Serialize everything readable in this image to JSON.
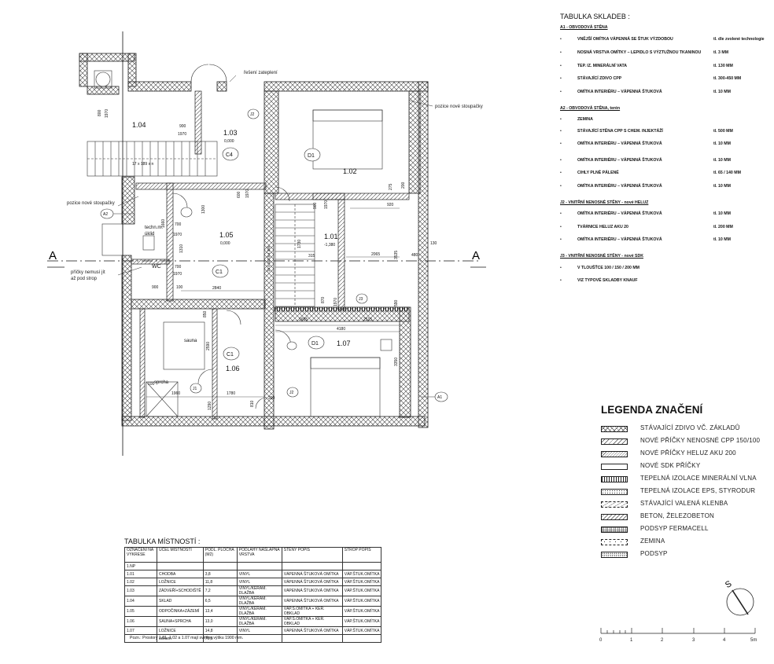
{
  "plan": {
    "sections": [
      "A",
      "A"
    ],
    "notes": {
      "firestop": "řešení zateplení",
      "riser_right": "pozice nové stoupačky",
      "riser_left": "pozice nové stoupačky",
      "partitions": "příčky nemusí jít",
      "partitions2": "až pod strop"
    },
    "rooms": [
      {
        "id": "1.04",
        "num": "1.04"
      },
      {
        "id": "1.03",
        "num": "1.03",
        "level": "0,000",
        "code": "C4"
      },
      {
        "id": "1.02",
        "num": "1.02",
        "code": "D1"
      },
      {
        "id": "1.05",
        "num": "1.05",
        "level": "0,000",
        "code": "C1"
      },
      {
        "id": "1.01",
        "num": "1.01",
        "level": "-1,380"
      },
      {
        "id": "1.06",
        "num": "1.06",
        "code": "C1"
      },
      {
        "id": "1.07",
        "num": "1.07",
        "code": "D1"
      }
    ],
    "small_rooms": {
      "tech": "techn.m.",
      "uklid": "úklid",
      "wc": "WC",
      "sauna": "sauna",
      "sprcha": "sprcha"
    },
    "stairs": "17 x 189 x n",
    "stairs2": "15 x 187,8 x 250",
    "wall_tags": {
      "j1a": "J1",
      "j2a": "J2",
      "j2b": "J2",
      "j3": "J3",
      "a1": "A1",
      "a2": "A2"
    },
    "dims": {
      "d900": "900",
      "d1970": "1970",
      "d800": "800",
      "d600": "600",
      "d850": "850",
      "d1300": "1300",
      "d700": "700",
      "d1310": "1310",
      "d1660": "1660",
      "d2840": "2840",
      "d100": "100",
      "d1665": "1665",
      "d4180": "4180",
      "d2515": "2515",
      "d2065": "2065",
      "d920": "920",
      "d3535": "3535",
      "d130": "130",
      "d480": "480",
      "d275": "275",
      "d200": "200",
      "d1780": "1780",
      "d1960": "1960",
      "d2590": "2590",
      "d3350": "3350",
      "d1290": "1290",
      "d810": "810",
      "d315": "315",
      "d1730": "1730",
      "d590": "590",
      "d870": "870"
    }
  },
  "skladby": {
    "title": "TABULKA SKLADEB :",
    "groups": [
      {
        "title": "A1 - OBVODOVÁ STĚNA",
        "items": [
          {
            "name": "VNĚJŠÍ OMÍTKA VÁPENNÁ SE ŠTUK VÝZDOBOU",
            "thk": "tl. dle zvolené technologie"
          },
          {
            "name": "NOSNÁ VRSTVA OMÍTKY – LEPIDLO S VÝZTUŽNOU TKANINOU",
            "thk": "tl. 3 MM"
          },
          {
            "name": "TEP. IZ. MINERÁLNÍ VATA",
            "thk": "tl. 130 MM"
          },
          {
            "name": "STÁVAJÍCÍ ZDIVO CPP",
            "thk": "tl. 300-450 MM"
          },
          {
            "name": "OMÍTKA INTERIÉRU – VÁPENNÁ ŠTUKOVÁ",
            "thk": "tl. 10 MM"
          }
        ]
      },
      {
        "title": "A2 - OBVODOVÁ STĚNA, terén",
        "items": [
          {
            "name": "ZEMINA",
            "thk": ""
          },
          {
            "name": "STÁVAJÍCÍ STĚNA CPP S CHEM. INJEKTÁŽÍ",
            "thk": "tl. 500 MM"
          },
          {
            "name": "OMÍTKA INTERIÉRU – VÁPENNÁ ŠTUKOVÁ",
            "thk": "tl. 10 MM"
          },
          {
            "name": "OMÍTKA INTERIÉRU – VÁPENNÁ ŠTUKOVÁ",
            "thk": "tl. 10 MM"
          },
          {
            "name": "CIHLY PLNÉ PÁLENÉ",
            "thk": "tl. 65 / 140 MM"
          },
          {
            "name": "OMÍTKA INTERIÉRU – VÁPENNÁ ŠTUKOVÁ",
            "thk": "tl. 10 MM"
          }
        ]
      },
      {
        "title": "J2 - VNITŘNÍ NENOSNÉ STĚNY - nové HELUZ",
        "items": [
          {
            "name": "OMÍTKA INTERIÉRU – VÁPENNÁ ŠTUKOVÁ",
            "thk": "tl. 10 MM"
          },
          {
            "name": "TVÁRNICE HELUZ AKU 20",
            "thk": "tl. 200 MM"
          },
          {
            "name": "OMÍTKA INTERIÉRU – VÁPENNÁ ŠTUKOVÁ",
            "thk": "tl. 10 MM"
          }
        ]
      },
      {
        "title": "J3 - VNITŘNÍ NENOSNÉ STĚNY - nové SDK",
        "items": [
          {
            "name": "V TLOUŠŤCE 100 / 150 / 200 MM",
            "thk": ""
          },
          {
            "name": "VIZ TYPOVÉ SKLADBY KNAUF",
            "thk": ""
          }
        ]
      }
    ]
  },
  "legend": {
    "title": "LEGENDA ZNAČENÍ",
    "items": [
      {
        "label": "STÁVAJÍCÍ ZDIVO VČ. ZÁKLADŮ",
        "pattern": "cross"
      },
      {
        "label": "NOVÉ PŘÍČKY NENOSNÉ CPP 150/100",
        "pattern": "diag"
      },
      {
        "label": "NOVÉ PŘÍČKY HELUZ AKU 200",
        "pattern": "diag2"
      },
      {
        "label": "NOVÉ SDK PŘÍČKY",
        "pattern": "plain"
      },
      {
        "label": "TEPELNÁ IZOLACE MINERÁLNÍ VLNA",
        "pattern": "vert"
      },
      {
        "label": "TEPELNÁ IZOLACE EPS, STYRODUR",
        "pattern": "dots"
      },
      {
        "label": "STÁVAJÍCÍ VALENÁ KLENBA",
        "pattern": "dash"
      },
      {
        "label": "BETON, ŽELEZOBETON",
        "pattern": "diag"
      },
      {
        "label": "PODSYP FERMACELL",
        "pattern": "grid"
      },
      {
        "label": "ZEMINA",
        "pattern": "earth"
      },
      {
        "label": "PODSYP",
        "pattern": "fine"
      }
    ]
  },
  "north": "S",
  "scale": {
    "ticks": [
      "0",
      "1",
      "2",
      "3",
      "4",
      "5m"
    ]
  },
  "rooms_table": {
    "title": "TABULKA MÍSTNOSTÍ :",
    "headers": [
      "OZNAČENÍ NA VÝKRESE",
      "ÚČEL MÍSTNOSTI",
      "PODL. PLOCHA (M2)",
      "PODLAHY NÁŠLAPNÁ VRSTVA",
      "STĚNY POPIS",
      "STROP POPIS"
    ],
    "floor": "1.NP",
    "rows": [
      [
        "1.01",
        "CHODBA",
        "3,8",
        "VINYL",
        "VÁPENNÁ ŠTUKOVÁ OMÍTKA",
        "VÁP.ŠTUK.OMÍTKA"
      ],
      [
        "1.02",
        "LOŽNICE",
        "11,8",
        "VINYL",
        "VÁPENNÁ ŠTUKOVÁ OMÍTKA",
        "VÁP.ŠTUK.OMÍTKA"
      ],
      [
        "1.03",
        "ZÁDVEŘÍ+SCHODIŠTĚ",
        "7,2",
        "VINYL/KERAM. DLAŽBA",
        "VÁPENNÁ ŠTUKOVÁ OMÍTKA",
        "VÁP.ŠTUK.OMÍTKA"
      ],
      [
        "1.04",
        "SKLAD",
        "6,5",
        "VINYL/KERAM. DLAŽBA",
        "VÁPENNÁ ŠTUKOVÁ OMÍTKA",
        "VÁP.ŠTUK.OMÍTKA"
      ],
      [
        "1.05",
        "ODPOČINKA+ZÁZEMÍ",
        "13,4",
        "VINYL/KERAM. DLAŽBA",
        "VÁP.Š.OMÍTKA + KER. OBKLAD",
        "VÁP.ŠTUK.OMÍTKA"
      ],
      [
        "1.06",
        "SAUNA+SPRCHA",
        "13,0",
        "VINYL/KERAM. DLAŽBA",
        "VÁP.Š.OMÍTKA + KER. OBKLAD",
        "VÁP.ŠTUK.OMÍTKA"
      ],
      [
        "1.07",
        "LOŽNICE",
        "14,8",
        "VINYL",
        "VÁPENNÁ ŠTUKOVÁ OMÍTKA",
        "VÁP.ŠTUK.OMÍTKA"
      ]
    ],
    "total_label": "celkem",
    "total": "70,5",
    "note": "Pozn.: Prostory 1.01, 1.02 a 1.07 mají světlou výšku 1900 mm."
  }
}
